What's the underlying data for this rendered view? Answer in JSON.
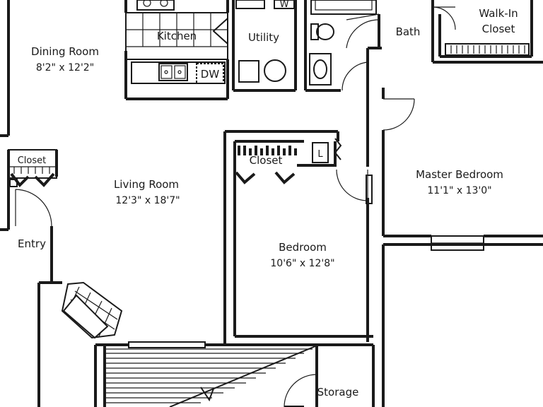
{
  "rooms": {
    "dining": {
      "name": "Dining Room",
      "dims": "8'2\" x 12'2\""
    },
    "kitchen": {
      "name": "Kitchen"
    },
    "utility": {
      "name": "Utility"
    },
    "bath": {
      "name": "Bath"
    },
    "walkin": {
      "line1": "Walk-In",
      "line2": "Closet"
    },
    "closet_entry": {
      "name": "Closet"
    },
    "living": {
      "name": "Living Room",
      "dims": "12'3\" x 18'7\""
    },
    "entry": {
      "name": "Entry"
    },
    "bedroom_closet": {
      "name": "Closet"
    },
    "linen": {
      "name": "L"
    },
    "master": {
      "name": "Master Bedroom",
      "dims": "11'1\" x 13'0\""
    },
    "bedroom": {
      "name": "Bedroom",
      "dims": "10'6\" x 12'8\""
    },
    "storage": {
      "name": "Storage"
    }
  },
  "appliances": {
    "dishwasher": "DW",
    "washer": "W"
  }
}
